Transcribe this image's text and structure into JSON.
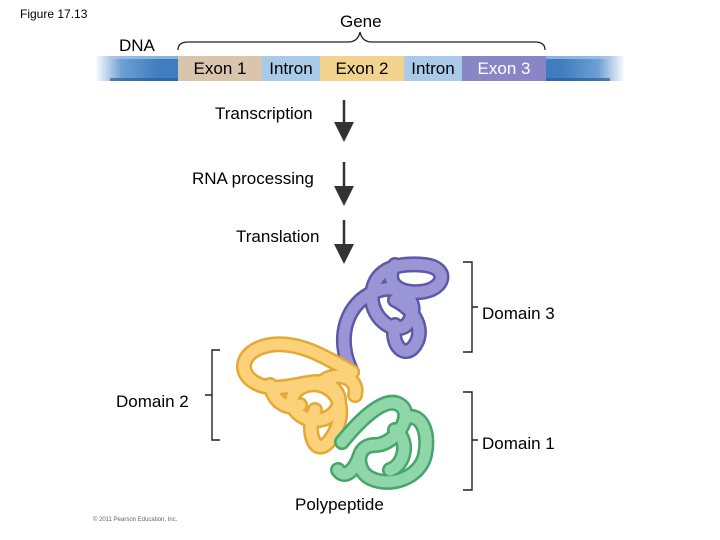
{
  "figure_label": "Figure 17.13",
  "gene_label": "Gene",
  "dna_label": "DNA",
  "segments": [
    {
      "label": "Exon 1",
      "color": "#d9c4ad",
      "text_color": "#000000"
    },
    {
      "label": "Intron",
      "color": "#a9cbe8",
      "text_color": "#000000"
    },
    {
      "label": "Exon 2",
      "color": "#f3d48e",
      "text_color": "#000000"
    },
    {
      "label": "Intron",
      "color": "#a9cbe8",
      "text_color": "#000000"
    },
    {
      "label": "Exon 3",
      "color": "#8a86c6",
      "text_color": "#ffffff"
    }
  ],
  "steps": [
    "Transcription",
    "RNA processing",
    "Translation"
  ],
  "domains": {
    "domain_3": "Domain 3",
    "domain_2": "Domain 2",
    "domain_1": "Domain 1"
  },
  "polypeptide_label": "Polypeptide",
  "copyright": "© 2011 Pearson Education, Inc.",
  "colors": {
    "dna_bar": "#3f7cc0",
    "dna_edge": "#a9cbe8",
    "domain_3_coil": "#8a86c6",
    "domain_2_coil": "#f7c563",
    "domain_1_coil": "#7cc89a",
    "arrow": "#333333"
  }
}
